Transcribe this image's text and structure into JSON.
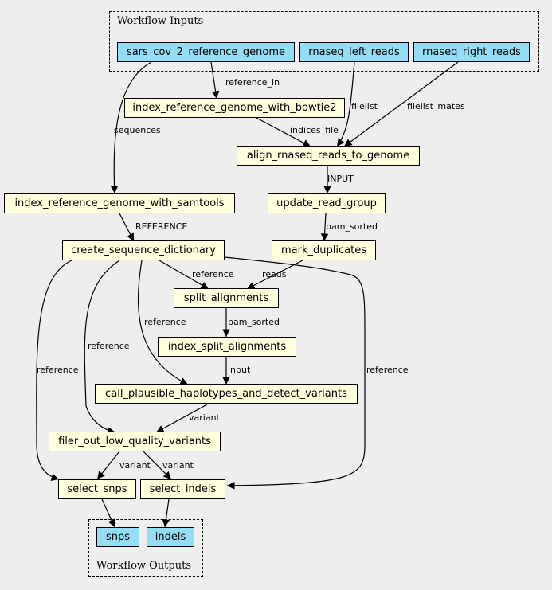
{
  "colors": {
    "step_fill": "#ffffdd",
    "io_fill": "#94ddf4",
    "background": "#eeeeee"
  },
  "clusters": {
    "inputs": "Workflow Inputs",
    "outputs": "Workflow Outputs"
  },
  "nodes": {
    "sars_ref": "sars_cov_2_reference_genome",
    "left_reads": "rnaseq_left_reads",
    "right_reads": "rnaseq_right_reads",
    "index_bowtie2": "index_reference_genome_with_bowtie2",
    "align": "align_rnaseq_reads_to_genome",
    "index_samtools": "index_reference_genome_with_samtools",
    "update_rg": "update_read_group",
    "create_dict": "create_sequence_dictionary",
    "mark_dup": "mark_duplicates",
    "split_align": "split_alignments",
    "index_split": "index_split_alignments",
    "call_hap": "call_plausible_haplotypes_and_detect_variants",
    "filter_lq": "filer_out_low_quality_variants",
    "select_snps": "select_snps",
    "select_indels": "select_indels",
    "snps": "snps",
    "indels": "indels"
  },
  "edge_labels": {
    "reference_in": "reference_in",
    "sequences": "sequences",
    "filelist": "filelist",
    "filelist_mates": "filelist_mates",
    "indices_file": "indices_file",
    "input_upper": "INPUT",
    "reference_upper": "REFERENCE",
    "bam_sorted_1": "bam_sorted",
    "reference_split": "reference",
    "reads": "reads",
    "reference_call": "reference",
    "bam_sorted_2": "bam_sorted",
    "reference_filter": "reference",
    "input_lower": "input",
    "reference_snps": "reference",
    "reference_indels": "reference",
    "variant_filter": "variant",
    "variant_snps": "variant",
    "variant_indels": "variant"
  }
}
